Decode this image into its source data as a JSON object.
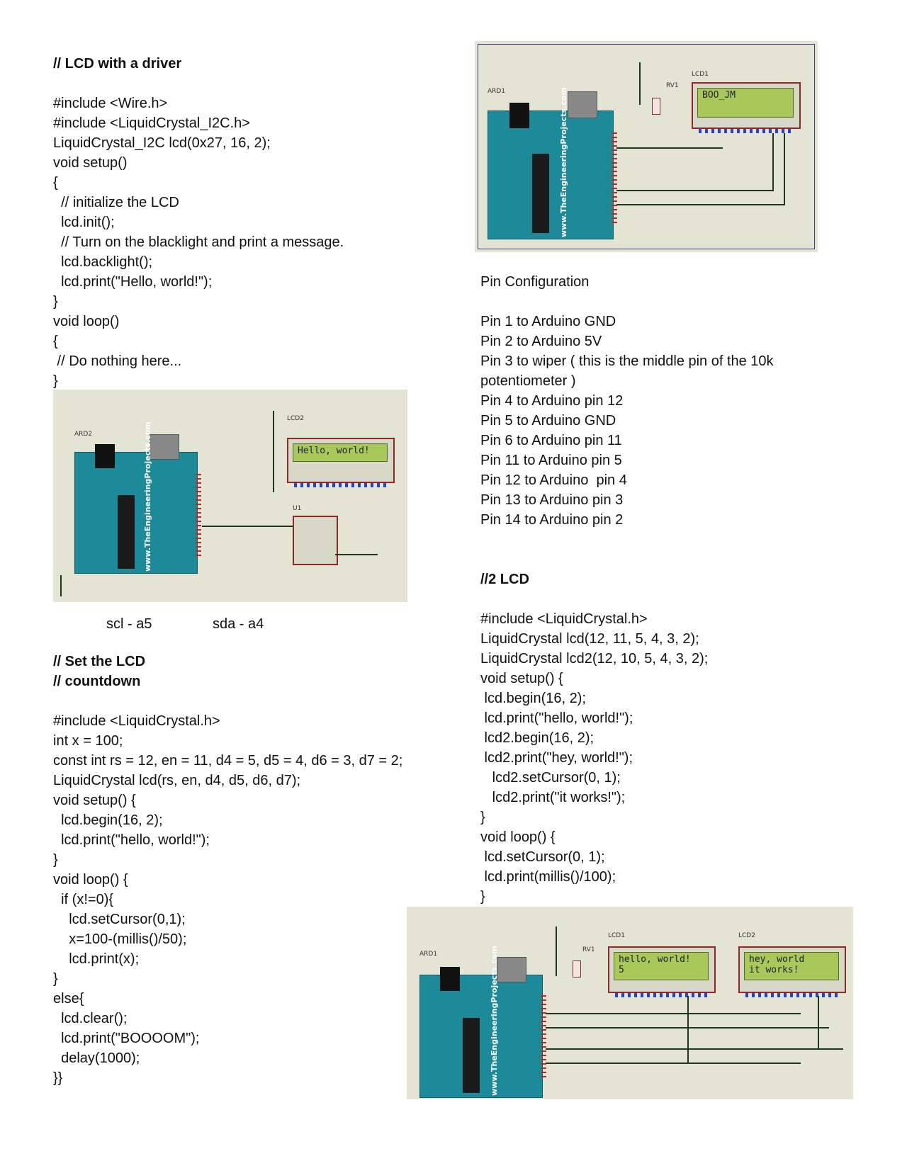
{
  "left_code_1": [
    {
      "text": "// LCD with a driver",
      "bold": true
    },
    {
      "text": ""
    },
    {
      "text": "#include <Wire.h>"
    },
    {
      "text": "#include <LiquidCrystal_I2C.h>"
    },
    {
      "text": "LiquidCrystal_I2C lcd(0x27, 16, 2);"
    },
    {
      "text": "void setup()"
    },
    {
      "text": "{"
    },
    {
      "text": "  // initialize the LCD"
    },
    {
      "text": "  lcd.init();"
    },
    {
      "text": "  // Turn on the blacklight and print a message."
    },
    {
      "text": "  lcd.backlight();"
    },
    {
      "text": "  lcd.print(\"Hello, world!\");"
    },
    {
      "text": "}"
    },
    {
      "text": "void loop()"
    },
    {
      "text": "{"
    },
    {
      "text": " // Do nothing here..."
    },
    {
      "text": "}"
    }
  ],
  "i2c_caption": {
    "scl": "scl - a5",
    "sda": "sda - a4"
  },
  "left_code_2": [
    {
      "text": "// Set the LCD",
      "bold": true
    },
    {
      "text": "// countdown",
      "bold": true
    },
    {
      "text": ""
    },
    {
      "text": "#include <LiquidCrystal.h>"
    },
    {
      "text": "int x = 100;"
    },
    {
      "text": "const int rs = 12, en = 11, d4 = 5, d5 = 4, d6 = 3, d7 = 2;"
    },
    {
      "text": "LiquidCrystal lcd(rs, en, d4, d5, d6, d7);"
    },
    {
      "text": "void setup() {"
    },
    {
      "text": "  lcd.begin(16, 2);"
    },
    {
      "text": "  lcd.print(\"hello, world!\");"
    },
    {
      "text": "}"
    },
    {
      "text": "void loop() {"
    },
    {
      "text": "  if (x!=0){"
    },
    {
      "text": "    lcd.setCursor(0,1);"
    },
    {
      "text": "    x=100-(millis()/50);"
    },
    {
      "text": "    lcd.print(x);"
    },
    {
      "text": "}"
    },
    {
      "text": "else{"
    },
    {
      "text": "  lcd.clear();"
    },
    {
      "text": "  lcd.print(\"BOOOOM\");"
    },
    {
      "text": "  delay(1000);"
    },
    {
      "text": "}}"
    }
  ],
  "right_text_1": [
    {
      "text": "Pin Configuration"
    },
    {
      "text": ""
    },
    {
      "text": "Pin 1 to Arduino GND"
    },
    {
      "text": "Pin 2 to Arduino 5V"
    },
    {
      "text": "Pin 3 to wiper ( this is the middle pin of the 10k"
    },
    {
      "text": "potentiometer )"
    },
    {
      "text": "Pin 4 to Arduino pin 12"
    },
    {
      "text": "Pin 5 to Arduino GND"
    },
    {
      "text": "Pin 6 to Arduino pin 11"
    },
    {
      "text": "Pin 11 to Arduino pin 5"
    },
    {
      "text": "Pin 12 to Arduino  pin 4"
    },
    {
      "text": "Pin 13 to Arduino pin 3"
    },
    {
      "text": "Pin 14 to Arduino pin 2"
    }
  ],
  "right_code_2": [
    {
      "text": "//2 LCD",
      "bold": true
    },
    {
      "text": ""
    },
    {
      "text": "#include <LiquidCrystal.h>"
    },
    {
      "text": "LiquidCrystal lcd(12, 11, 5, 4, 3, 2);"
    },
    {
      "text": "LiquidCrystal lcd2(12, 10, 5, 4, 3, 2);"
    },
    {
      "text": "void setup() {"
    },
    {
      "text": " lcd.begin(16, 2);"
    },
    {
      "text": " lcd.print(\"hello, world!\");"
    },
    {
      "text": " lcd2.begin(16, 2);"
    },
    {
      "text": " lcd2.print(\"hey, world!\");"
    },
    {
      "text": "   lcd2.setCursor(0, 1);"
    },
    {
      "text": "   lcd2.print(\"it works!\");"
    },
    {
      "text": "}"
    },
    {
      "text": "void loop() {"
    },
    {
      "text": " lcd.setCursor(0, 1);"
    },
    {
      "text": " lcd.print(millis()/100);"
    },
    {
      "text": "}"
    }
  ],
  "diagram_top": {
    "arduino_label": "ARD1",
    "lcd_label": "LCD1",
    "pot_label": "RV1",
    "site_text": "www.TheEngineeringProjects.com",
    "lcd_text": "BOO_JM"
  },
  "diagram_i2c": {
    "arduino_label": "ARD2",
    "lcd_label": "LCD2",
    "driver_label": "U1",
    "site_text": "www.TheEngineeringProjects.com",
    "lcd_text": "Hello, world!"
  },
  "diagram_two_lcd": {
    "arduino_label": "ARD1",
    "lcd1_label": "LCD1",
    "lcd2_label": "LCD2",
    "pot_label": "RV1",
    "site_text": "www.TheEngineeringProjects.com",
    "lcd1_line1": "hello, world!",
    "lcd1_line2": "5",
    "lcd2_line1": "hey, world",
    "lcd2_line2": "it works!"
  }
}
